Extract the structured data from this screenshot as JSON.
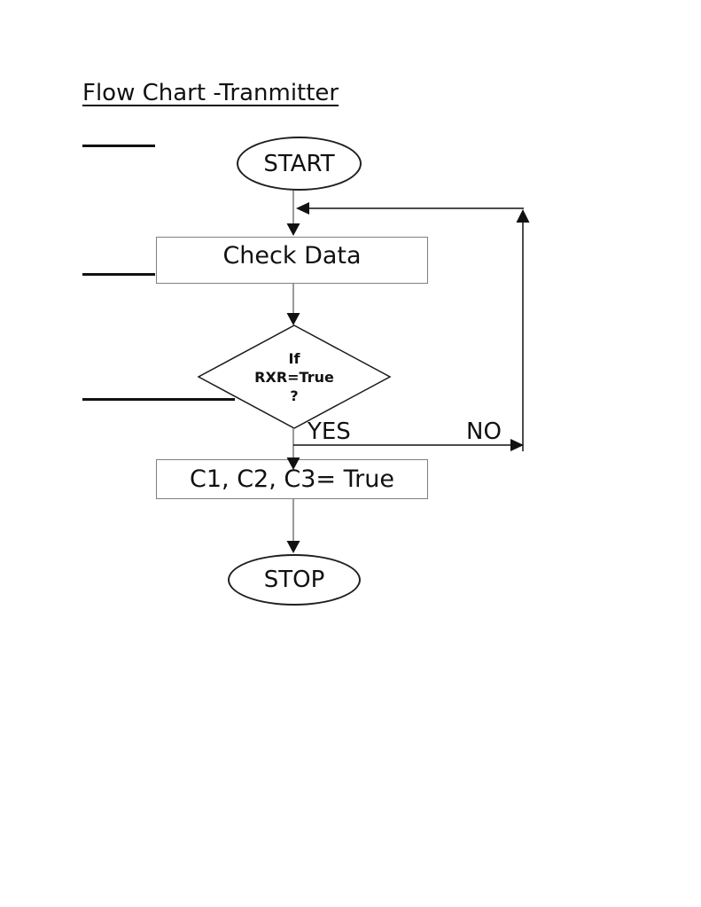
{
  "title": "Flow Chart -Tranmitter",
  "nodes": {
    "start": "START",
    "check_data": "Check Data",
    "decision_line1": "If",
    "decision_line2": "RXR=True",
    "decision_line3": "?",
    "set_flags": "C1, C2, C3= True",
    "stop": "STOP"
  },
  "edge_labels": {
    "yes": "YES",
    "no": "NO"
  },
  "colors": {
    "background": "#ffffff",
    "text": "#111111",
    "shape_outline": "#1f1f1f",
    "process_border": "#7f7f7f",
    "connector_grey": "#9a9a9a",
    "connector_black": "#111111"
  }
}
